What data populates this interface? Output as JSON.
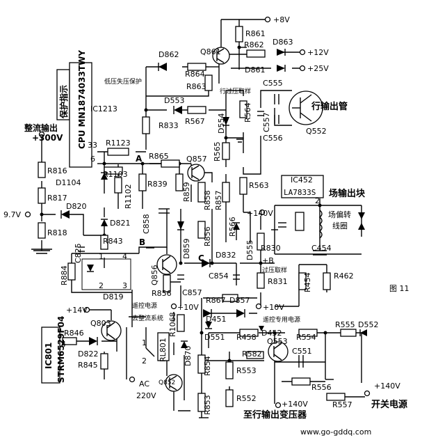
{
  "figure_label": "图 11",
  "watermark": "www.go-gddq.com",
  "ic1213": {
    "name": "IC1213",
    "part": "CPU MN1874033TWY",
    "pin33": "33",
    "pin6": "6",
    "protect_box": "保护指示"
  },
  "ic452": {
    "name": "IC452",
    "part": "LA7833S",
    "pin2": "2",
    "caption": "场输出块"
  },
  "ic801": {
    "name": "IC801",
    "part": "STRM6529F04",
    "pin4": "4"
  },
  "photocoupler": {
    "name": "D819",
    "pins": [
      "1",
      "2",
      "3",
      "4"
    ]
  },
  "rails": {
    "v8": "+8V",
    "v12": "+12V",
    "v25": "+25V",
    "v140_mid": "+140V",
    "v14": "+14V",
    "v10_top": "+10V",
    "v10_mid": "+10V",
    "v140_bottom": "+140V",
    "v140_right": "+140V",
    "ac": "AC",
    "v220": "220V",
    "v300": "+300V",
    "v97": "9.7V",
    "plus_b": "+B"
  },
  "captions": {
    "rectified_out": "整流输出",
    "lowv_protect": "低压失压保护",
    "line_sample": "行过压取样",
    "line_tube": "行输出管",
    "overv_sample": "过压取样",
    "remote_power": "遥控电源",
    "to_rectifier": "去整流系统",
    "remote_dedicated": "遥控专用电源",
    "to_flyback": "至行输出变压器",
    "switch_power": "开关电源",
    "yoke": "场偏转",
    "coil": "线圈"
  },
  "nodes": {
    "A": "A",
    "B": "B",
    "C": "C"
  },
  "parts": {
    "R861": "R861",
    "Q861": "Q861",
    "R862": "R862",
    "D863": "D863",
    "D861": "D861",
    "D862": "D862",
    "R864": "R864",
    "R863": "R863",
    "C555": "C555",
    "D553": "D553",
    "R567": "R567",
    "D554": "D554",
    "R564": "R564",
    "C557": "C557",
    "Q552": "Q552",
    "C556": "C556",
    "R833": "R833",
    "R1123": "R1123",
    "R865": "R865",
    "Q857": "Q857",
    "R565": "R565",
    "R816": "R816",
    "R1103": "R1103",
    "D1104": "D1104",
    "R1102": "R1102",
    "R839": "R839",
    "R859": "R859",
    "R858": "R858",
    "R857": "R857",
    "R563": "R563",
    "R817": "R817",
    "D820": "D820",
    "C858": "C858",
    "D859": "D859",
    "R856": "R856",
    "R566": "R566",
    "D555": "D555",
    "R818": "R818",
    "D821": "D821",
    "R843": "R843",
    "C825": "C825",
    "R830": "R830",
    "C454": "C454",
    "R884": "R884",
    "Q856": "Q856",
    "D832": "D832",
    "C854": "C854",
    "R831": "R831",
    "R454": "R454",
    "R462": "R462",
    "R8562": "R856",
    "C857": "C857",
    "R867": "R867",
    "D857": "D857",
    "Q803": "Q803",
    "D451": "D451",
    "R1068": "R1068",
    "D551": "D551",
    "R458": "R458",
    "D452": "D452",
    "Q553": "Q553",
    "R554": "R554",
    "R555": "R555",
    "D552": "D552",
    "R846": "R846",
    "D822": "D822",
    "R845": "R845",
    "RL801": "RL801",
    "D870": "D870",
    "R582": "R582",
    "C551": "C551",
    "R854": "R854",
    "R553": "R553",
    "R556": "R556",
    "Q852": "Q852",
    "R853": "R853",
    "R552": "R552",
    "R557": "R557",
    "sw1": "1",
    "sw2": "2"
  }
}
